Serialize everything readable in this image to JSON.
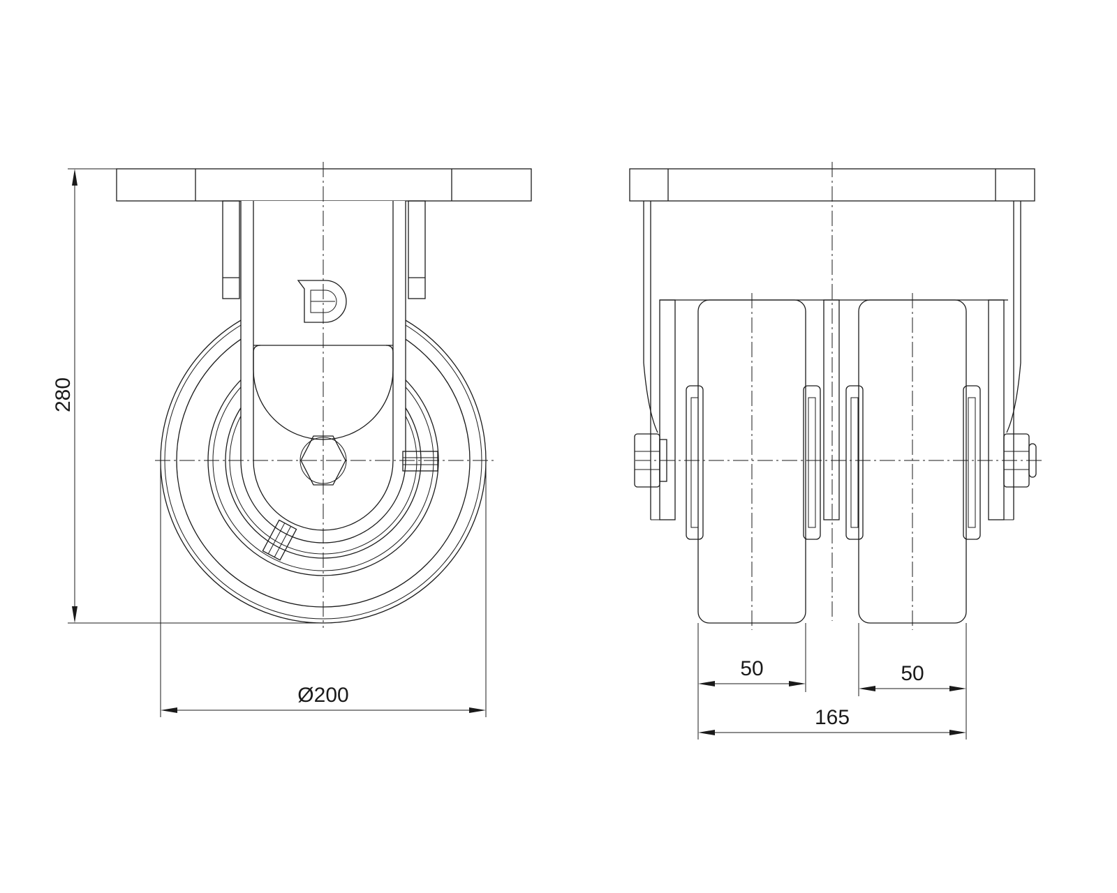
{
  "drawing": {
    "line_color": "#1a1a1a",
    "background": "#ffffff",
    "front_view": {
      "height_dimension": "280",
      "diameter_dimension": "Ø200",
      "logo": "D-logo-icon"
    },
    "side_view": {
      "wheel_width_left": "50",
      "wheel_width_right": "50",
      "overall_width": "165"
    }
  }
}
